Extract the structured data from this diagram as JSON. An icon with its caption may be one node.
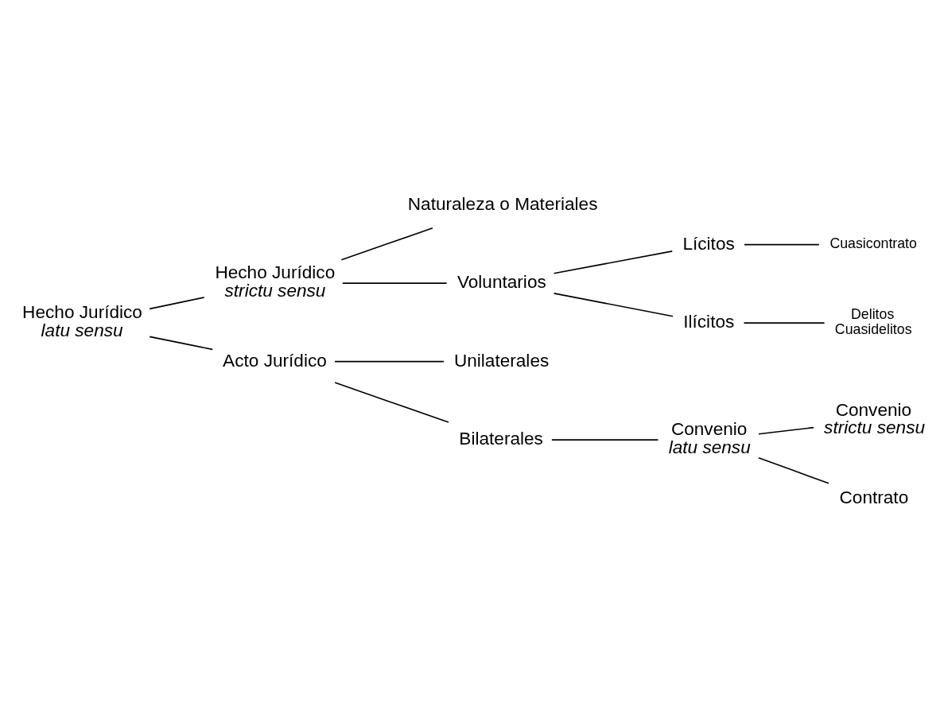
{
  "diagram": {
    "nodes": [
      {
        "text": [
          "Hecho Jurídico",
          "*latu sensu*"
        ]
      },
      {
        "text": [
          "Hecho Jurídico",
          "*strictu sensu*"
        ]
      },
      {
        "text": [
          "Acto Jurídico"
        ]
      },
      {
        "text": [
          "Naturaleza o Materiales"
        ]
      },
      {
        "text": [
          "Voluntarios"
        ]
      },
      {
        "text": [
          "Lícitos"
        ]
      },
      {
        "text": [
          "Ilícitos"
        ]
      },
      {
        "text": [
          "Cuasicontrato"
        ]
      },
      {
        "text": [
          "Delitos",
          "Cuasidelitos"
        ]
      },
      {
        "text": [
          "Unilaterales"
        ]
      },
      {
        "text": [
          "Bilaterales"
        ]
      },
      {
        "text": [
          "Convenio",
          "*latu sensu*"
        ]
      },
      {
        "text": [
          "Convenio",
          "*strictu sensu*"
        ]
      },
      {
        "text": [
          "Contrato"
        ]
      }
    ],
    "edges": [
      {
        "from": 0,
        "to": 1,
        "arrow": "none"
      },
      {
        "from": 0,
        "to": 2,
        "arrow": "none"
      },
      {
        "from": 1,
        "to": 3,
        "arrow": "none"
      },
      {
        "from": 1,
        "to": 4,
        "arrow": "none"
      },
      {
        "from": 4,
        "to": 5,
        "arrow": "none"
      },
      {
        "from": 4,
        "to": 6,
        "arrow": "none"
      },
      {
        "from": 5,
        "to": 7,
        "arrow": "none"
      },
      {
        "from": 6,
        "to": 8,
        "arrow": "none"
      },
      {
        "from": 2,
        "to": 9,
        "arrow": "none"
      },
      {
        "from": 2,
        "to": 10,
        "arrow": "none"
      },
      {
        "from": 10,
        "to": 11,
        "arrow": "none"
      },
      {
        "from": 11,
        "to": 12,
        "arrow": "none"
      },
      {
        "from": 11,
        "to": 13,
        "arrow": "none"
      }
    ]
  }
}
